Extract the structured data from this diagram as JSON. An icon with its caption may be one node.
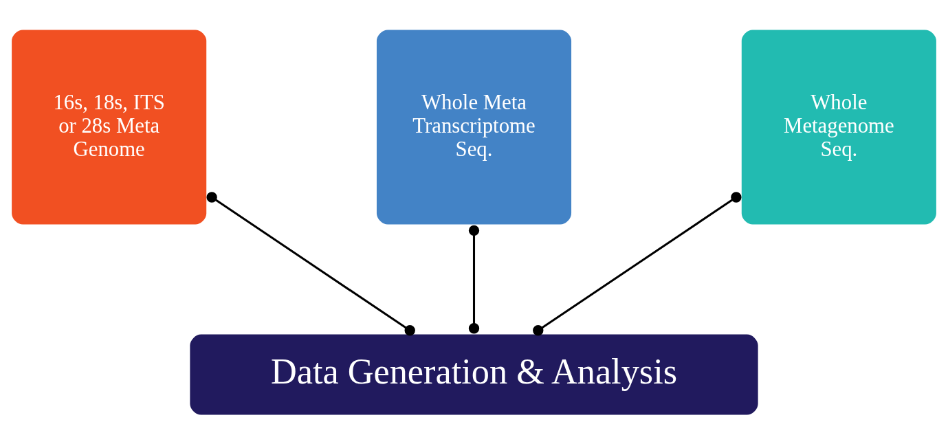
{
  "diagram": {
    "nodes": [
      {
        "text": [
          "16s, 18s, ITS or 28s Meta Genome"
        ]
      },
      {
        "text": [
          "Whole Meta Transcriptome Seq."
        ]
      },
      {
        "text": [
          "Whole Metagenome Seq."
        ]
      },
      {
        "text": [
          "Data Generation & Analysis"
        ]
      }
    ],
    "edges": [
      {
        "from": 0,
        "to": 3,
        "arrow": "other"
      },
      {
        "from": 1,
        "to": 3,
        "arrow": "other"
      },
      {
        "from": 2,
        "to": 3,
        "arrow": "other"
      }
    ]
  }
}
